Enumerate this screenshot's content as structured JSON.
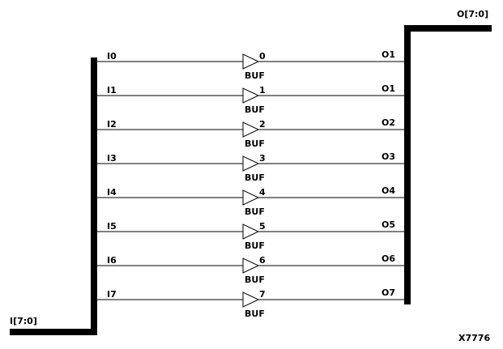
{
  "colors": {
    "line": "#000000",
    "background": "#ffffff"
  },
  "input_bus": {
    "label": "I[7:0]"
  },
  "output_bus": {
    "label": "O[7:0]"
  },
  "figure_id": "X7776",
  "channels": [
    {
      "input": "I0",
      "index": "0",
      "gate": "BUF",
      "output": "O1"
    },
    {
      "input": "I1",
      "index": "1",
      "gate": "BUF",
      "output": "O1"
    },
    {
      "input": "I2",
      "index": "2",
      "gate": "BUF",
      "output": "O2"
    },
    {
      "input": "I3",
      "index": "3",
      "gate": "BUF",
      "output": "O3"
    },
    {
      "input": "I4",
      "index": "4",
      "gate": "BUF",
      "output": "O4"
    },
    {
      "input": "I5",
      "index": "5",
      "gate": "BUF",
      "output": "O5"
    },
    {
      "input": "I6",
      "index": "6",
      "gate": "BUF",
      "output": "O6"
    },
    {
      "input": "I7",
      "index": "7",
      "gate": "BUF",
      "output": "O7"
    }
  ]
}
